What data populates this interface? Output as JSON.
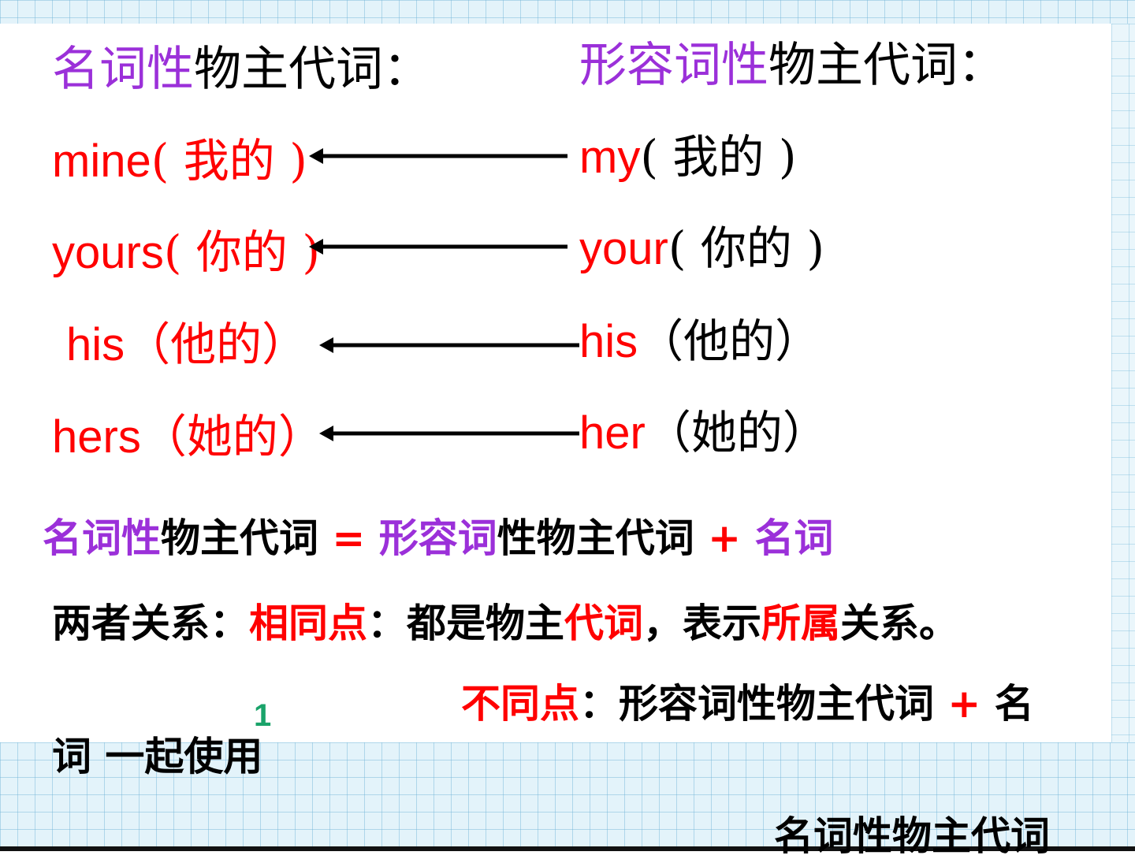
{
  "header_left": {
    "part1": "名词性",
    "part2": "物主代词："
  },
  "header_right": {
    "part1": "形容词性",
    "part2": "物主代词："
  },
  "left_items": [
    {
      "word": "mine",
      "gloss": "( 我的 )"
    },
    {
      "word": "yours",
      "gloss": "( 你的 )"
    },
    {
      "word": "his",
      "gloss": "（他的）"
    },
    {
      "word": "hers",
      "gloss": "（她的）"
    }
  ],
  "right_items": [
    {
      "word": "my",
      "gloss": "( 我的 )"
    },
    {
      "word": "your",
      "gloss": "( 你的 )"
    },
    {
      "word": "his",
      "gloss": "（他的）"
    },
    {
      "word": "her",
      "gloss": "（她的）"
    }
  ],
  "formula": {
    "p1": "名词性",
    "p2": "物主代词",
    "p3": " = ",
    "p4": "形容词",
    "p5": "性物主代词",
    "p6": " + ",
    "p7": "名词"
  },
  "relation": {
    "p1": "两者关系：",
    "p2": "相同点",
    "p3": "：都是物主",
    "p4": "代词",
    "p5": "，表示",
    "p6": "所属",
    "p7": "关系。"
  },
  "difference": {
    "p1": "不同点",
    "p2": "：形容词性物主代词 ",
    "p3": "+",
    "p4": " 名"
  },
  "difference_cont": "词  一起使用",
  "page_number": "1",
  "bottom_cut": "名词性物主代词",
  "colors": {
    "purple": "#9b30d9",
    "red": "#ff0000",
    "black": "#000000",
    "green": "#1aa36a"
  }
}
